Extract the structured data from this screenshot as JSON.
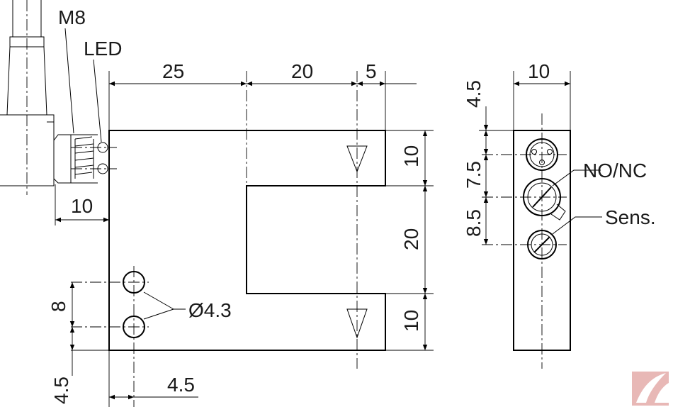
{
  "labels": {
    "m8": "M8",
    "led": "LED",
    "no_nc": "NO/NC",
    "sens": "Sens.",
    "hole": "Ø4.3"
  },
  "dims": {
    "top_25": "25",
    "top_20": "20",
    "top_5": "5",
    "conn_10": "10",
    "right_10_top": "10",
    "right_20": "20",
    "right_10_bottom": "10",
    "left_8": "8",
    "left_4_5": "4.5",
    "bottom_4_5": "4.5",
    "side_width_10": "10",
    "side_4_5": "4.5",
    "side_7_5": "7.5",
    "side_8_5": "8.5"
  },
  "colors": {
    "line": "#000000",
    "text": "#1a1a1a",
    "logo": "#c0504d"
  },
  "logo": {
    "icon": "brand-logo-icon"
  }
}
